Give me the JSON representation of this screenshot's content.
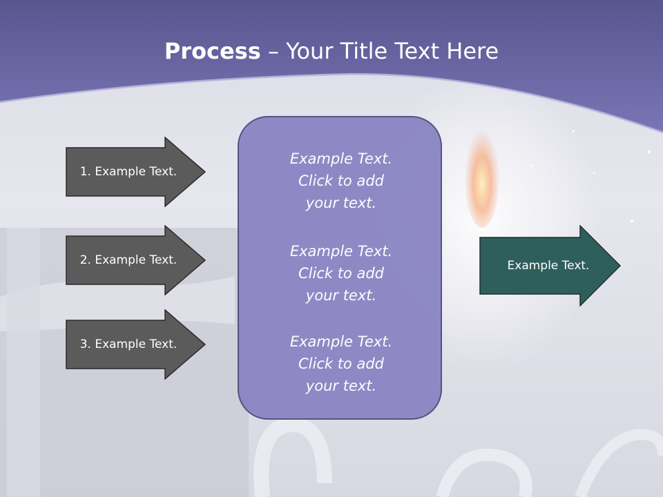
{
  "title": {
    "bold": "Process",
    "rest": " – Your Title Text Here"
  },
  "left_arrows": [
    {
      "label": "1. Example Text."
    },
    {
      "label": "2. Example Text."
    },
    {
      "label": "3. Example Text."
    }
  ],
  "panel": {
    "blocks": [
      {
        "line1": "Example Text.",
        "line2": "Click  to add",
        "line3": "your text."
      },
      {
        "line1": "Example Text.",
        "line2": "Click  to add",
        "line3": "your text."
      },
      {
        "line1": "Example Text.",
        "line2": "Click  to add",
        "line3": "your text."
      }
    ]
  },
  "right_arrow": {
    "label": "Example Text."
  },
  "colors": {
    "header": "#6f6aa9",
    "dark_arrow": "#5b5b5b",
    "panel": "#8a85c3",
    "teal_arrow": "#2f5f5c"
  }
}
